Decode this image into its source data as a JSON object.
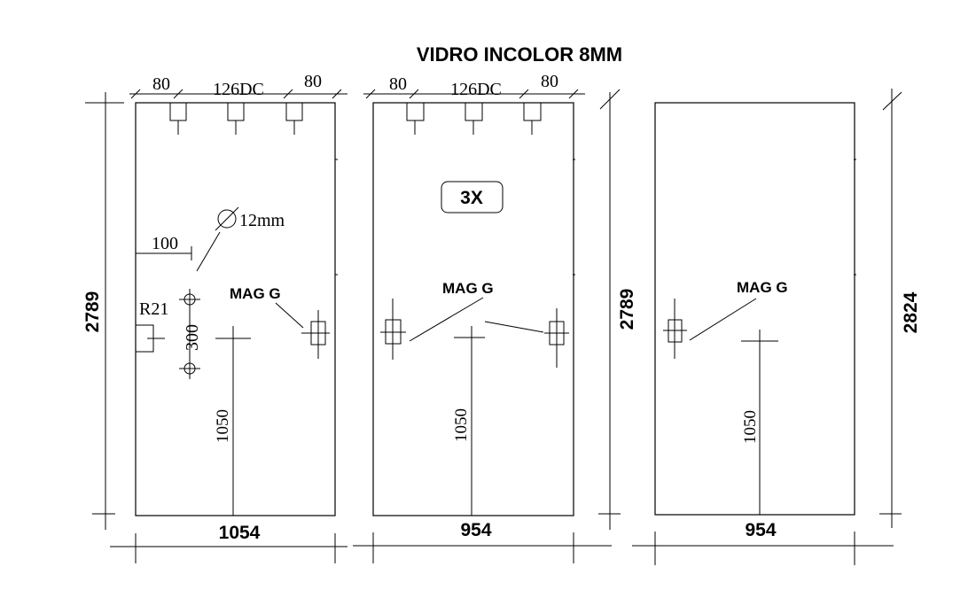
{
  "title": "VIDRO INCOLOR 8MM",
  "panels": [
    {
      "width": "1054",
      "height": "2789",
      "top_left": "80",
      "top_center": "126DC",
      "top_right": "80",
      "hole": "12mm",
      "hole_offset": "100",
      "radius": "R21",
      "hole_spacing": "300",
      "magnet": "MAG G",
      "handle_height": "1050"
    },
    {
      "width": "954",
      "height": "2789",
      "top_left": "80",
      "top_center": "126DC",
      "top_right": "80",
      "quantity": "3X",
      "magnet": "MAG G",
      "handle_height": "1050"
    },
    {
      "width": "954",
      "height": "2824",
      "magnet": "MAG G",
      "handle_height": "1050"
    }
  ],
  "colors": {
    "line": "#000000",
    "background": "#ffffff"
  }
}
